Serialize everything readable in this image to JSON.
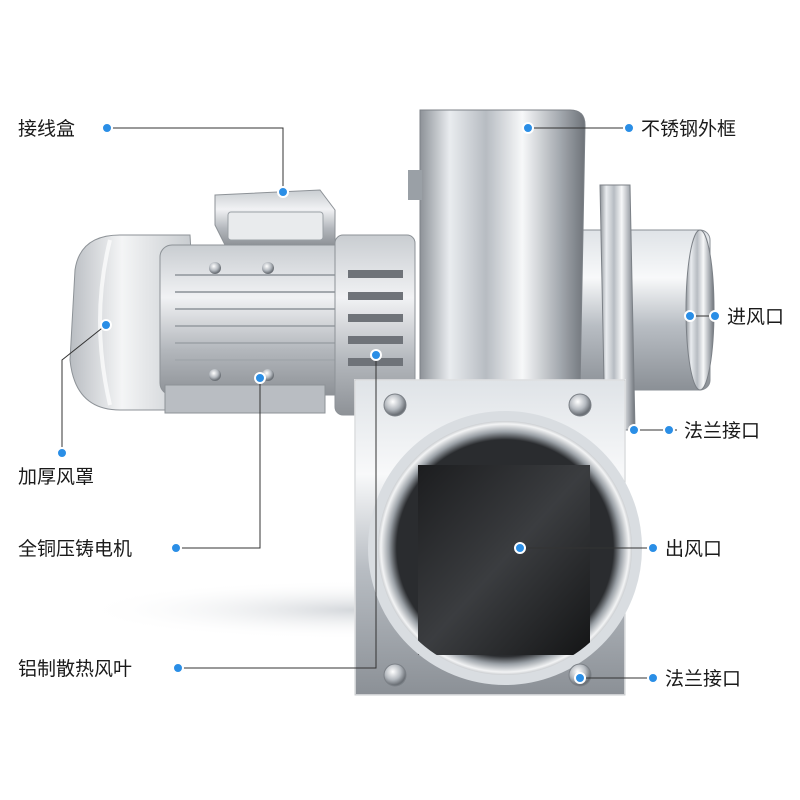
{
  "labels": {
    "junction_box": "接线盒",
    "thick_cover": "加厚风罩",
    "copper_motor": "全铜压铸电机",
    "aluminum_fan": "铝制散热风叶",
    "stainless_frame": "不锈钢外框",
    "air_inlet": "进风口",
    "flange_top": "法兰接口",
    "air_outlet": "出风口",
    "flange_bottom": "法兰接口"
  },
  "colors": {
    "callout_dot": "#2a8ee6",
    "leader_line": "#333333",
    "label_text": "#1a1a1a"
  }
}
